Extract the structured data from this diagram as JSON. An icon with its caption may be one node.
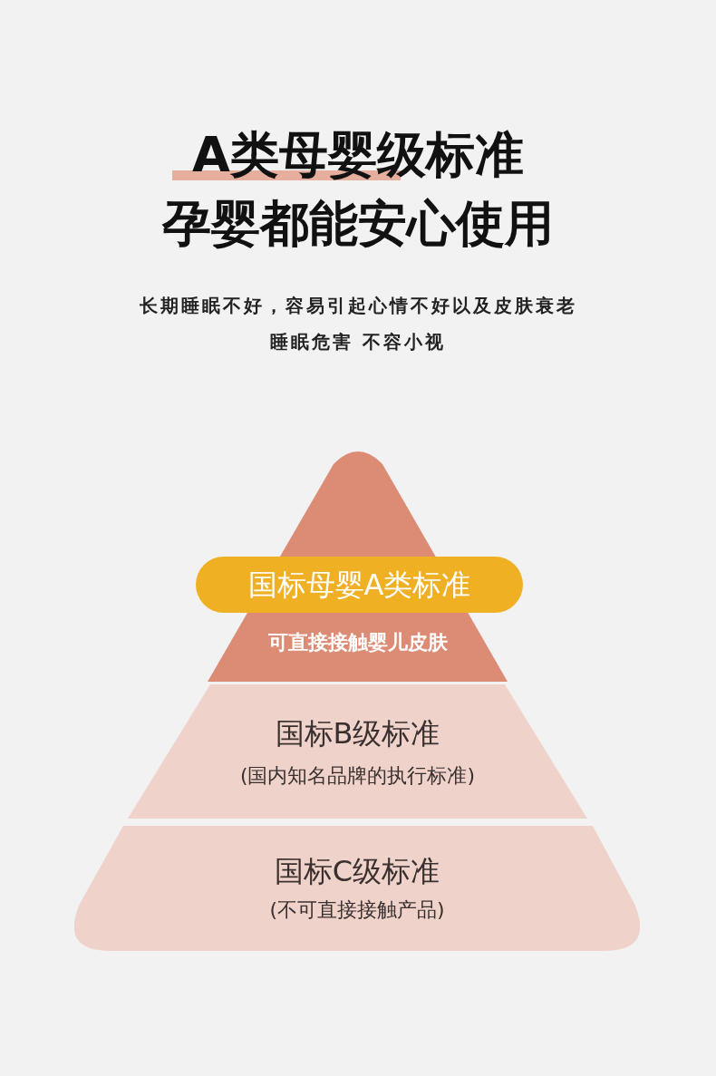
{
  "diagram": {
    "title": "A类母婴级标准",
    "nodes": [
      {
        "text": [
          "可直接接触婴儿皮肤"
        ]
      },
      {
        "text": [
          "国标母婴A类标准"
        ]
      },
      {
        "text": [
          "国标B级标准",
          "(国内知名品牌的执行标准)"
        ]
      },
      {
        "text": [
          "国标C级标准",
          "(不可直接接触产品)"
        ]
      }
    ],
    "labels": [
      "孕婴都能安心使用",
      "长期睡眠不好，容易引起心情不好以及皮肤衰老",
      "睡眠危害 不容小视"
    ]
  }
}
